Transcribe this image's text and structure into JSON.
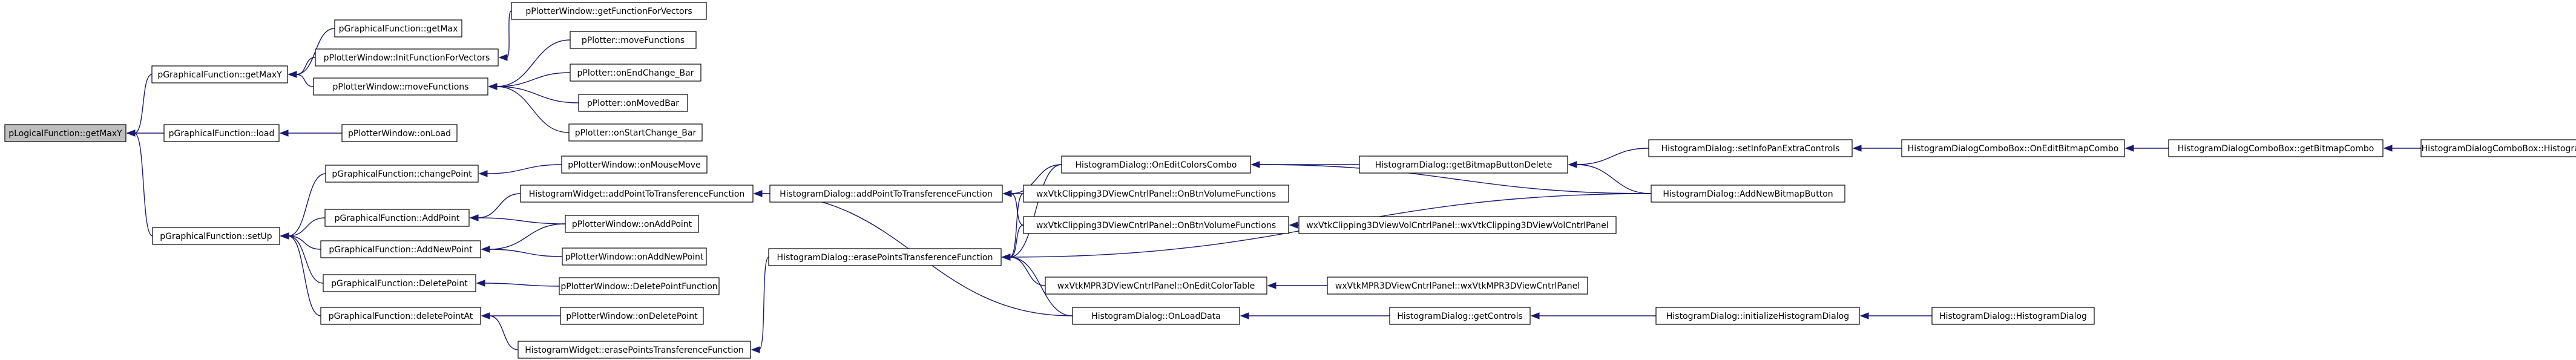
{
  "graph": {
    "root_node": "n0",
    "node_fill": "#ffffff",
    "root_fill": "#bfbfbf",
    "edge_color": "#191970",
    "nodes": [
      {
        "id": "n0",
        "label": "pLogicalFunction::getMaxY"
      },
      {
        "id": "n1",
        "label": "pGraphicalFunction::getMaxY"
      },
      {
        "id": "n2",
        "label": "pGraphicalFunction::load"
      },
      {
        "id": "n3",
        "label": "pGraphicalFunction::setUp"
      },
      {
        "id": "n4",
        "label": "pGraphicalFunction::getMax"
      },
      {
        "id": "n5",
        "label": "pPlotterWindow::InitFunctionForVectors"
      },
      {
        "id": "n6",
        "label": "pPlotterWindow::moveFunctions"
      },
      {
        "id": "n7",
        "label": "pPlotterWindow::getFunctionForVectors"
      },
      {
        "id": "n8",
        "label": "pPlotter::moveFunctions"
      },
      {
        "id": "n9",
        "label": "pPlotter::onEndChange_Bar"
      },
      {
        "id": "n10",
        "label": "pPlotter::onMovedBar"
      },
      {
        "id": "n11",
        "label": "pPlotter::onStartChange_Bar"
      },
      {
        "id": "n12",
        "label": "pPlotterWindow::onLoad"
      },
      {
        "id": "n13",
        "label": "pGraphicalFunction::changePoint"
      },
      {
        "id": "n14",
        "label": "pGraphicalFunction::AddPoint"
      },
      {
        "id": "n15",
        "label": "pGraphicalFunction::AddNewPoint"
      },
      {
        "id": "n16",
        "label": "pGraphicalFunction::DeletePoint"
      },
      {
        "id": "n17",
        "label": "pGraphicalFunction::deletePointAt"
      },
      {
        "id": "n18",
        "label": "pPlotterWindow::onMouseMove"
      },
      {
        "id": "n19",
        "label": "HistogramWidget::addPointToTransferenceFunction"
      },
      {
        "id": "n20",
        "label": "pPlotterWindow::onAddPoint"
      },
      {
        "id": "n21",
        "label": "pPlotterWindow::onAddNewPoint"
      },
      {
        "id": "n22",
        "label": "pPlotterWindow::DeletePointFunction"
      },
      {
        "id": "n23",
        "label": "pPlotterWindow::onDeletePoint"
      },
      {
        "id": "n24",
        "label": "HistogramWidget::erasePointsTransferenceFunction"
      },
      {
        "id": "n25",
        "label": "HistogramDialog::addPointToTransferenceFunction"
      },
      {
        "id": "n26",
        "label": "HistogramDialog::erasePointsTransferenceFunction"
      },
      {
        "id": "n27",
        "label": "HistogramDialog::OnEditColorsCombo"
      },
      {
        "id": "n28",
        "label": "wxVtkClipping3DViewCntrlPanel::OnBtnVolumeFunctions"
      },
      {
        "id": "n29",
        "label": "wxVtkClipping3DViewCntrlPanel::OnBtnVolumeFunctions"
      },
      {
        "id": "n30",
        "label": "wxVtkMPR3DViewCntrlPanel::OnEditColorTable"
      },
      {
        "id": "n31",
        "label": "HistogramDialog::OnLoadData"
      },
      {
        "id": "n32",
        "label": "HistogramDialog::getBitmapButtonDelete"
      },
      {
        "id": "n33",
        "label": "wxVtkClipping3DViewVolCntrlPanel::wxVtkClipping3DViewVolCntrlPanel"
      },
      {
        "id": "n34",
        "label": "wxVtkMPR3DViewCntrlPanel::wxVtkMPR3DViewCntrlPanel"
      },
      {
        "id": "n35",
        "label": "HistogramDialog::getControls"
      },
      {
        "id": "n36",
        "label": "HistogramDialog::setInfoPanExtraControls"
      },
      {
        "id": "n37",
        "label": "HistogramDialog::AddNewBitmapButton"
      },
      {
        "id": "n38",
        "label": "HistogramDialog::initializeHistogramDialog"
      },
      {
        "id": "n39",
        "label": "HistogramDialogComboBox::OnEditBitmapCombo"
      },
      {
        "id": "n40",
        "label": "HistogramDialog::HistogramDialog"
      },
      {
        "id": "n41",
        "label": "HistogramDialogComboBox::getBitmapCombo"
      },
      {
        "id": "n42",
        "label": "HistogramDialogComboBox::HistogramDialogComboBox"
      }
    ],
    "edges": [
      [
        "n1",
        "n0"
      ],
      [
        "n2",
        "n0"
      ],
      [
        "n3",
        "n0"
      ],
      [
        "n4",
        "n1"
      ],
      [
        "n5",
        "n1"
      ],
      [
        "n6",
        "n1"
      ],
      [
        "n7",
        "n5"
      ],
      [
        "n8",
        "n6"
      ],
      [
        "n9",
        "n6"
      ],
      [
        "n10",
        "n6"
      ],
      [
        "n11",
        "n6"
      ],
      [
        "n12",
        "n2"
      ],
      [
        "n13",
        "n3"
      ],
      [
        "n14",
        "n3"
      ],
      [
        "n15",
        "n3"
      ],
      [
        "n16",
        "n3"
      ],
      [
        "n17",
        "n3"
      ],
      [
        "n18",
        "n13"
      ],
      [
        "n19",
        "n14"
      ],
      [
        "n20",
        "n14"
      ],
      [
        "n21",
        "n15"
      ],
      [
        "n20",
        "n15"
      ],
      [
        "n22",
        "n16"
      ],
      [
        "n23",
        "n17"
      ],
      [
        "n24",
        "n17"
      ],
      [
        "n25",
        "n19"
      ],
      [
        "n31",
        "n19"
      ],
      [
        "n26",
        "n24"
      ],
      [
        "n27",
        "n25"
      ],
      [
        "n28",
        "n25"
      ],
      [
        "n29",
        "n25"
      ],
      [
        "n27",
        "n26"
      ],
      [
        "n28",
        "n26"
      ],
      [
        "n29",
        "n26"
      ],
      [
        "n30",
        "n26"
      ],
      [
        "n31",
        "n26"
      ],
      [
        "n37",
        "n26"
      ],
      [
        "n32",
        "n27"
      ],
      [
        "n37",
        "n27"
      ],
      [
        "n33",
        "n29"
      ],
      [
        "n34",
        "n30"
      ],
      [
        "n35",
        "n31"
      ],
      [
        "n36",
        "n32"
      ],
      [
        "n37",
        "n32"
      ],
      [
        "n38",
        "n35"
      ],
      [
        "n39",
        "n36"
      ],
      [
        "n40",
        "n38"
      ],
      [
        "n41",
        "n39"
      ],
      [
        "n42",
        "n41"
      ]
    ]
  }
}
